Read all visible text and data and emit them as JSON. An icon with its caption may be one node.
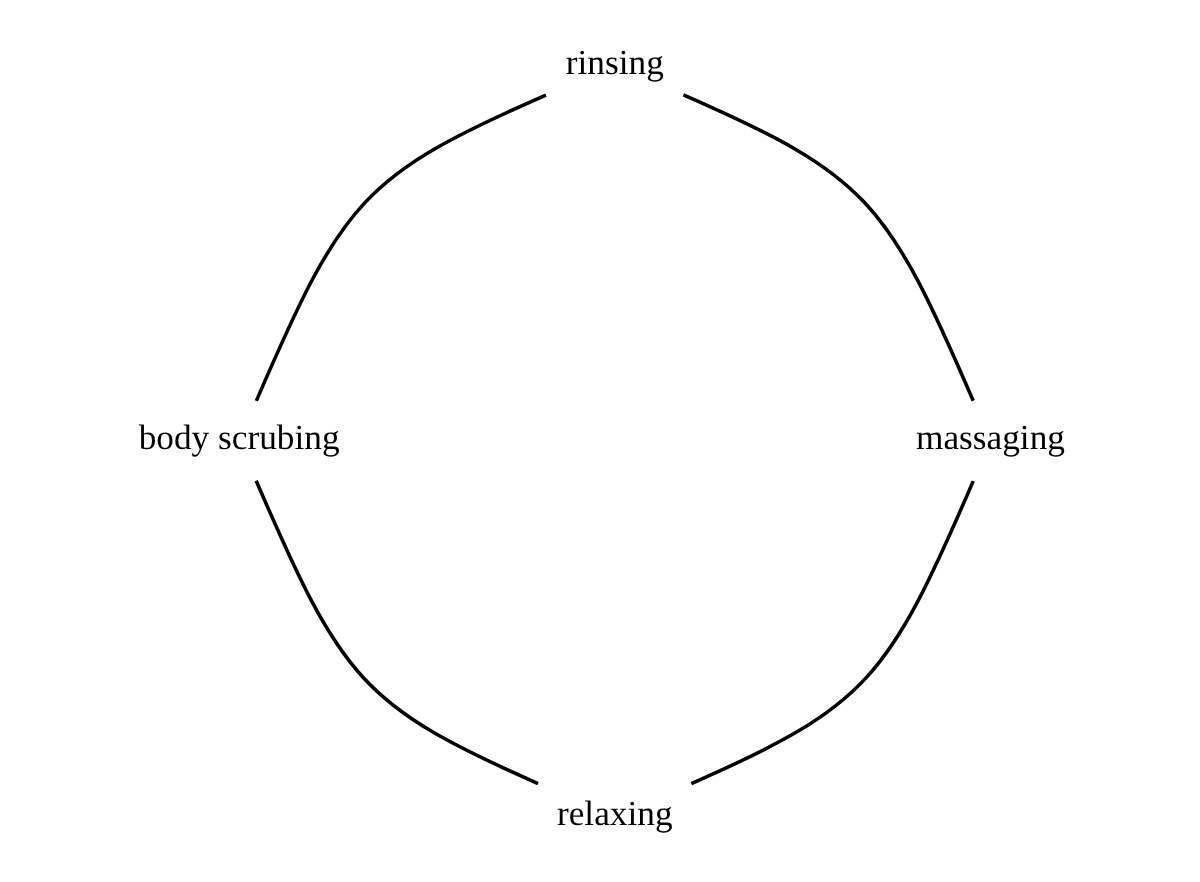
{
  "diagram": {
    "nodes": [
      {
        "text": [
          "relaxing"
        ]
      },
      {
        "text": [
          "body scrubing"
        ]
      },
      {
        "text": [
          "rinsing"
        ]
      },
      {
        "text": [
          "massaging"
        ]
      }
    ],
    "edges": [
      {
        "from": 0,
        "to": 1,
        "arrow": "none"
      },
      {
        "from": 1,
        "to": 2,
        "arrow": "none"
      },
      {
        "from": 2,
        "to": 3,
        "arrow": "none"
      },
      {
        "from": 3,
        "to": 0,
        "arrow": "none"
      }
    ]
  }
}
